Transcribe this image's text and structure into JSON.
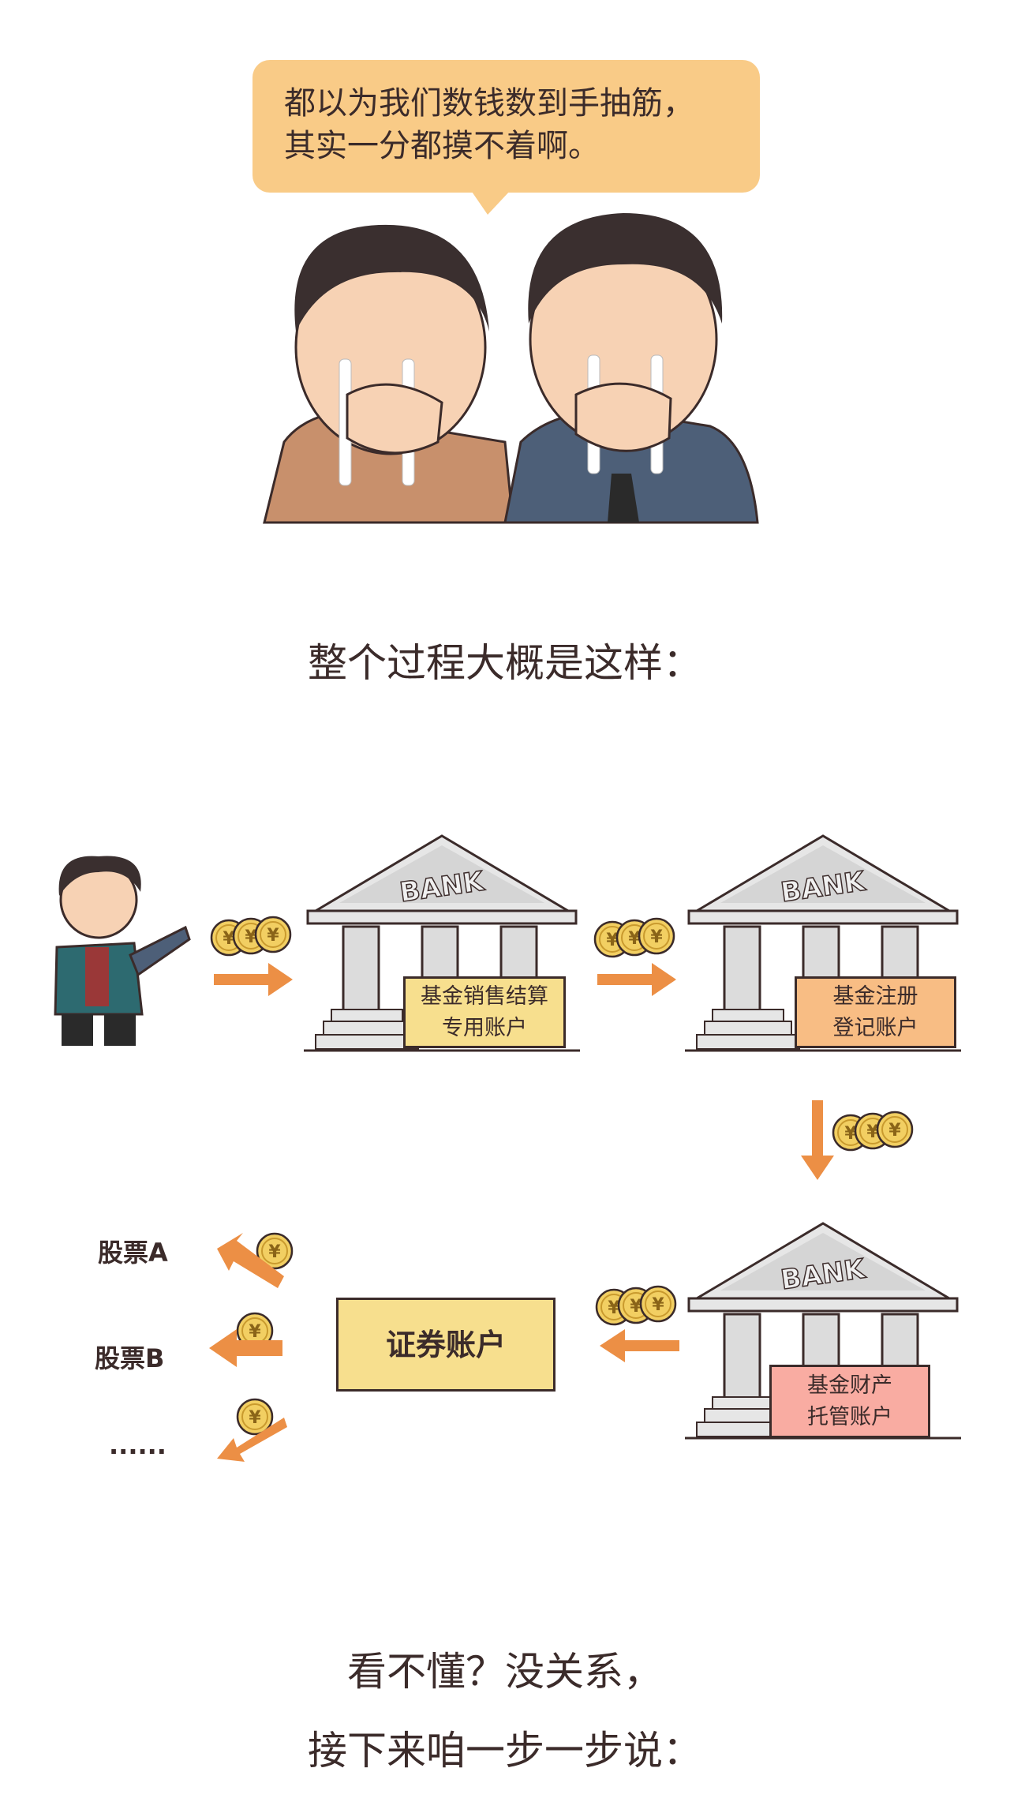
{
  "bubble": {
    "line1": "都以为我们数钱数到手抽筋，",
    "line2": "其实一分都摸不着啊。"
  },
  "heading": "整个过程大概是这样：",
  "flow": {
    "bank_text": "BANK",
    "account1": {
      "line1": "基金销售结算",
      "line2": "专用账户",
      "color": "#f7df8e"
    },
    "account2": {
      "line1": "基金注册",
      "line2": "登记账户",
      "color": "#f8bd84"
    },
    "account3": {
      "line1": "基金财产",
      "line2": "托管账户",
      "color": "#f9aca2"
    },
    "securities": {
      "label": "证券账户",
      "color": "#f7df8e"
    },
    "stocks": [
      "股票A",
      "股票B",
      "......"
    ],
    "arrow_color": "#ec8f45",
    "coin_symbol": "¥"
  },
  "footer": {
    "line1": "看不懂？没关系，",
    "line2": "接下来咱一步一步说："
  }
}
